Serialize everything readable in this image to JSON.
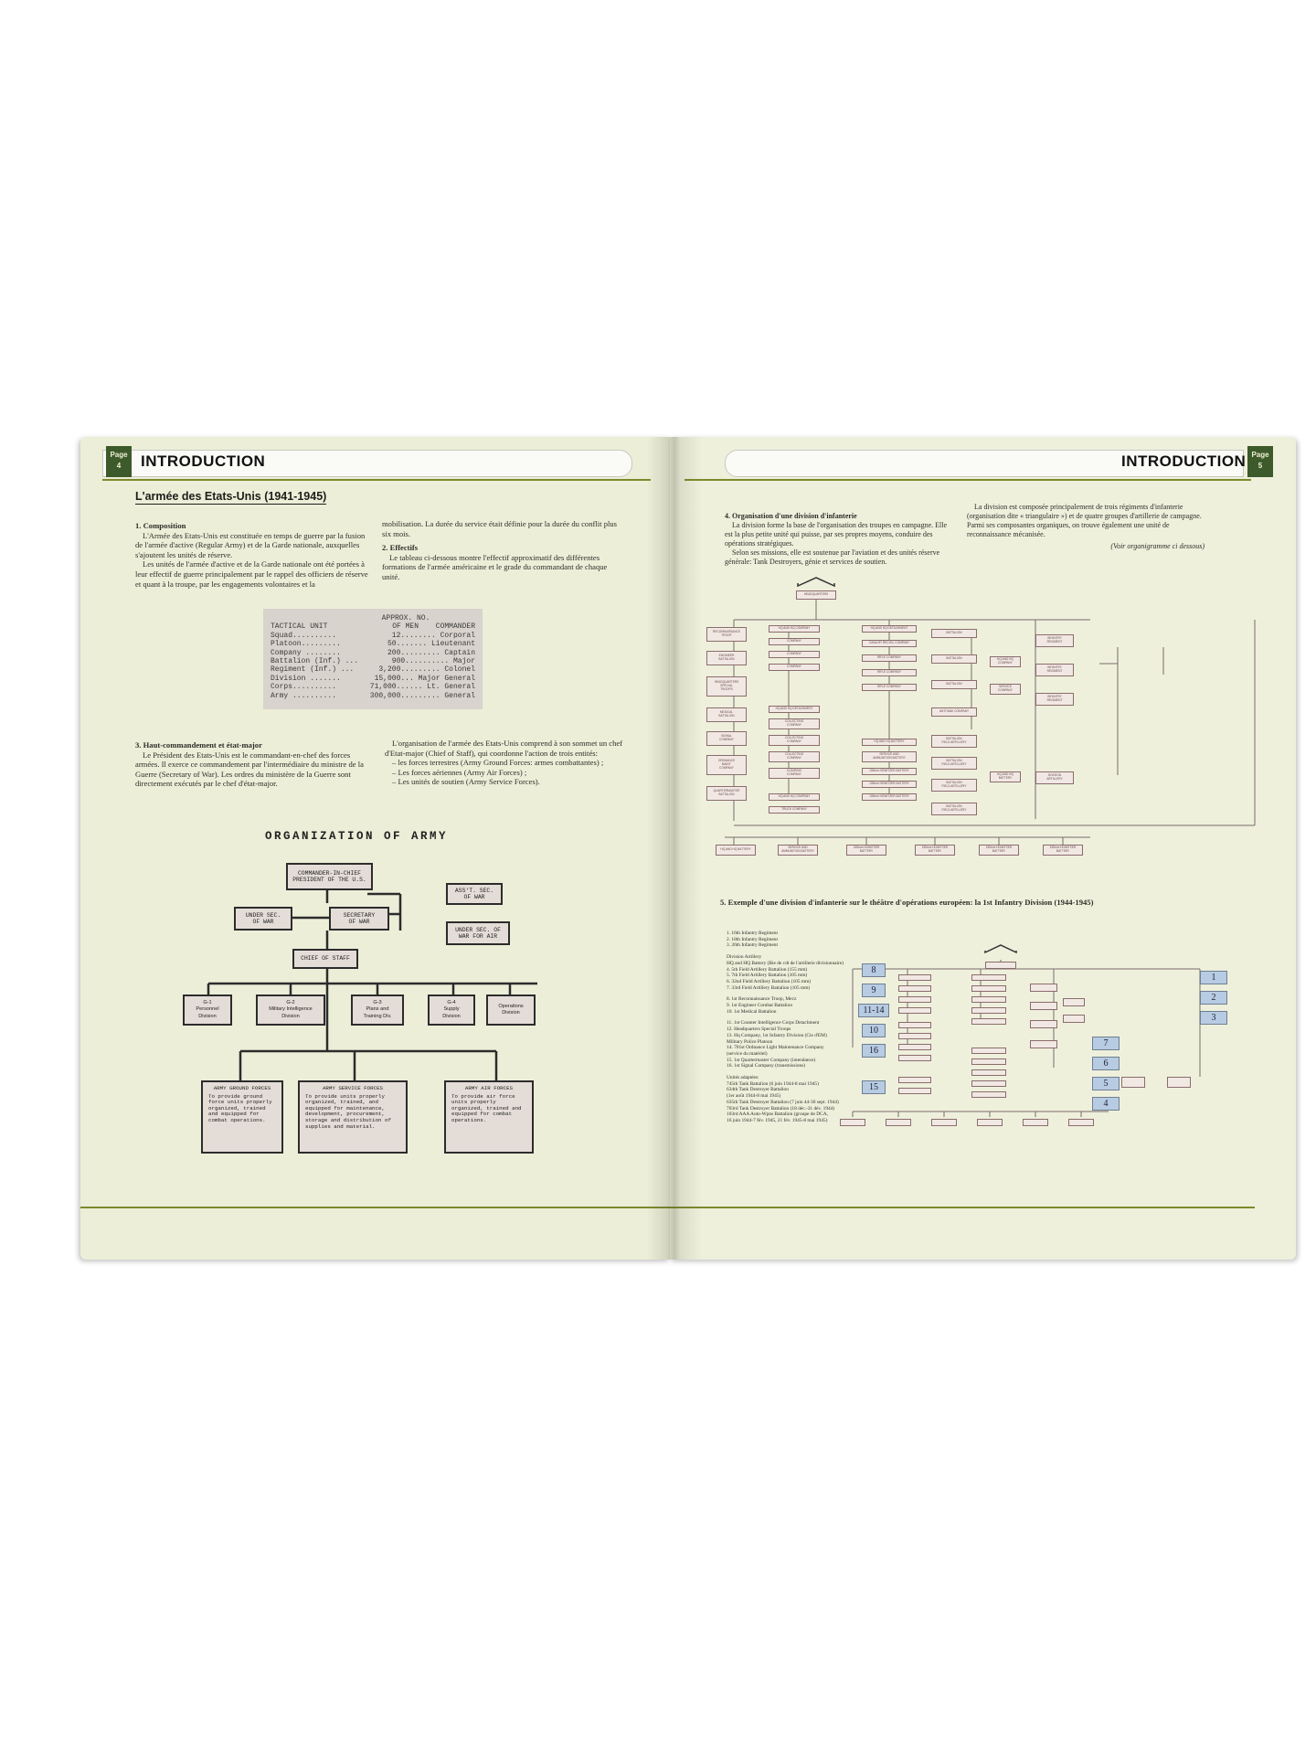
{
  "left_page": {
    "page_tag": "Page\n4",
    "header": "INTRODUCTION",
    "section_title": "L'armée des Etats-Unis (1941-1945)",
    "col1": {
      "h1": "1. Composition",
      "p1": "L'Armée des Etats-Unis est constituée en temps de guerre par la fusion de l'armée d'active (Regular Army) et de la Garde nationale, auxquelles s'ajoutent les unités de réserve.",
      "p2": "Les unités de l'armée d'active et de la Garde nationale ont été portées à leur effectif de guerre principalement par le rappel des officiers de réserve et quant à la troupe, par les engagements volontaires et la"
    },
    "col2": {
      "p1": "mobilisation. La durée du service était définie pour la durée du conflit plus six mois.",
      "h2": "2. Effectifs",
      "p2": "Le tableau ci-dessous montre l'effectif approximatif des différentes formations de l'armée américaine et le grade du commandant de chaque unité."
    },
    "table": {
      "head1": "APPROX. NO.",
      "head_unit": "TACTICAL UNIT",
      "head_men": "OF MEN",
      "head_cmd": "COMMANDER",
      "rows": [
        {
          "unit": "Squad..........",
          "men": "12",
          "cmd": "........ Corporal"
        },
        {
          "unit": "Platoon.........",
          "men": "50",
          "cmd": "....... Lieutenant"
        },
        {
          "unit": "Company ........",
          "men": "200",
          "cmd": "......... Captain"
        },
        {
          "unit": "Battalion (Inf.) ...",
          "men": "900",
          "cmd": ".......... Major"
        },
        {
          "unit": "Regiment (Inf.) ...",
          "men": "3,200",
          "cmd": "......... Colonel"
        },
        {
          "unit": "Division .......",
          "men": "15,000",
          "cmd": "... Major General"
        },
        {
          "unit": "Corps..........",
          "men": "71,000",
          "cmd": "...... Lt. General"
        },
        {
          "unit": "Army ..........",
          "men": "300,000",
          "cmd": "......... General"
        }
      ]
    },
    "col3": {
      "h3": "3. Haut-commandement et état-major",
      "p1": "Le Président des Etats-Unis est le commandant-en-chef des forces armées. Il exerce ce commandement par l'intermédiaire du ministre de la Guerre (Secretary of War). Les ordres du ministère de la Guerre sont directement exécutés par le chef d'état-major."
    },
    "col4": {
      "p1": "L'organisation de l'armée des Etats-Unis comprend à son sommet un chef d'Etat-major (Chief of Staff), qui coordonne l'action de trois entités:",
      "l1": "– les forces terrestres (Army Ground Forces: armes combattantes) ;",
      "l2": "– Les forces aériennes (Army Air Forces) ;",
      "l3": "– Les unités de soutien (Army Service Forces)."
    },
    "org_chart": {
      "title": "ORGANIZATION OF ARMY",
      "cinc": "COMMANDER-IN-CHIEF\nPRESIDENT OF THE U.S.",
      "asst": "ASS'T. SEC.\nOF WAR",
      "under_sec": "UNDER SEC.\nOF WAR",
      "secretary": "SECRETARY\nOF WAR",
      "under_air": "UNDER SEC. OF\nWAR FOR AIR",
      "chief": "CHIEF OF STAFF",
      "g1": "G-1\nPersonnel\nDivision",
      "g2": "G-2\nMilitary Intelligence\nDivision",
      "g3": "G-3\nPlans and\nTraining Div.",
      "g4": "G-4\nSupply\nDivision",
      "ops": "Operations\nDivision",
      "agf_t": "ARMY GROUND FORCES",
      "agf_b": "To provide ground force units properly organized, trained and equipped for combat operations.",
      "asf_t": "ARMY SERVICE FORCES",
      "asf_b": "To provide units properly organized, trained, and equipped for maintenance, development, procurement, storage and distribution of supplies and material.",
      "aaf_t": "ARMY AIR FORCES",
      "aaf_b": "To provide air force units properly organized, trained and equipped for combat operations."
    }
  },
  "right_page": {
    "page_tag": "Page\n5",
    "header": "INTRODUCTION",
    "colA": {
      "h4": "4. Organisation d'une division d'infanterie",
      "p1": "La division forme la base de l'organisation des troupes en campagne. Elle est la plus petite unité qui puisse, par ses propres moyens, conduire des opérations stratégiques.",
      "p2": "Selon ses missions, elle est soutenue par l'aviation et des unités réserve générale: Tank Destroyers, génie et services de soutien."
    },
    "colB": {
      "p1": "La division est composée principalement de trois régiments d'infanterie (organisation dite « triangulaire ») et de quatre groupes d'artillerie de campagne. Parmi ses composantes organiques, on trouve également une unité de reconnaissance mécanisée.",
      "note": "(Voir organigramme ci dessous)"
    },
    "div_chart": {
      "hq": "HEADQUARTERS",
      "left_col": [
        "RECONNAISSANCE\nTROOP",
        "ENGINEER\nBATTALION",
        "HEADQUARTERS\nSPECIAL\nTROOPS",
        "MEDICAL\nBATTALION",
        "SIGNAL\nCOMPANY",
        "ORDNANCE\nMAINT.\nCOMPANY",
        "QUARTERMASTER\nBATTALION"
      ],
      "col2a": [
        "HQ AND HQ COMPANY",
        "COMPANY",
        "COMPANY",
        "COMPANY"
      ],
      "col2b": [
        "HQ AND HQ DETACHMENT",
        "COLLECTING\nCOMPANY",
        "COLLECTING\nCOMPANY",
        "COLLECTING\nCOMPANY",
        "CLEARING\nCOMPANY"
      ],
      "col2c": [
        "HQ AND HQ COMPANY",
        "TRUCK COMPANY"
      ],
      "col3a": [
        "HQ AND HQ DETACHMENT",
        "CAVALRY RECON. COMPANY",
        "RIFLE COMPANY",
        "RIFLE COMPANY",
        "RIFLE COMPANY"
      ],
      "col3b": [
        "HQ AND HQ BATTERY",
        "SERVICE AND\nAMMUNITION BATTERY",
        "105mm HOWITZER BATTERY",
        "105mm HOWITZER BATTERY",
        "105mm HOWITZER BATTERY"
      ],
      "col4": [
        "BATTALION",
        "BATTALION",
        "BATTALION",
        "ANTITANK COMPANY",
        "BATTALION\nFIELD ARTILLERY",
        "BATTALION\nFIELD ARTILLERY",
        "BATTALION\nFIELD ARTILLERY",
        "BATTALION\nFIELD ARTILLERY"
      ],
      "col5": [
        "HQ AND HQ\nCOMPANY",
        "SERVICE\nCOMPANY",
        "HQ AND HQ\nBATTERY"
      ],
      "col6": [
        "INFANTRY\nREGIMENT",
        "INFANTRY\nREGIMENT",
        "INFANTRY\nREGIMENT",
        "DIVISION\nARTILLERY"
      ],
      "bottom": [
        "HQ AND HQ BATTERY",
        "SERVICE AND\nAMMUNITION BATTERY",
        "155mm HOWITZER\nBATTERY",
        "155mm HOWITZER\nBATTERY",
        "155mm HOWITZER\nBATTERY",
        "155mm HOWITZER\nBATTERY"
      ]
    },
    "h5": "5. Exemple d'une division d'infanterie sur le théâtre d'opérations européen: la 1st Infantry Division (1944-1945)",
    "list": [
      "1. 16th Infantry Regiment",
      "2. 18th Infantry Regiment",
      "3. 26th Infantry Regiment",
      "",
      "Division Artillery",
      "HQ and HQ Battery (Bie de cdt de l'artillerie divisionnaire)",
      "4. 5th Field Artillery Battalion (155 mm)",
      "5. 7th Field Artillery Battalion (105 mm)",
      "6. 32nd Field Artillery Battalion (105 mm)",
      "7. 33rd Field Artillery Battalion (105 mm)",
      "",
      "8. 1st Reconnaissance Troop, Mecz",
      "9. 1st Engineer Combat Battalion",
      "10. 1st Medical Battalion",
      "",
      "11. 1st Counter Intelligence Corps Detachment",
      "12. Headquarters Special Troops",
      "13. Hq Company, 1st Infantry Division (Cie d'EM)",
      "Military Police Platoon",
      "14. 701st Ordnance Light Maintenance Company",
      "(service du matériel)",
      "15. 1st Quartermaster Company (intendance)",
      "16. 1st Signal Company (transmissions)",
      "",
      "Unités adaptées:",
      "745th Tank Battalion (6 juin 1944-8 mai 1945)",
      "634th Tank Destroyer Battalion",
      "(1er août 1944-8 mai 1945)",
      "635th Tank Destroyer Battalion (7 juin 44-30 sept. 1944)",
      "703rd Tank Destroyer Battalion (18 déc.-31 déc. 1944)",
      "103rd AAA Auto-Wpns Battalion (groupe de DCA,",
      "16 juin 1944-7 fév. 1945, 21 fév. 1945-8 mai 1945)"
    ],
    "blue_left": [
      "8",
      "9",
      "11-14",
      "10",
      "16",
      "15"
    ],
    "blue_right_top": [
      "1",
      "2",
      "3"
    ],
    "blue_right_mid": [
      "7",
      "6",
      "5",
      "4"
    ]
  }
}
